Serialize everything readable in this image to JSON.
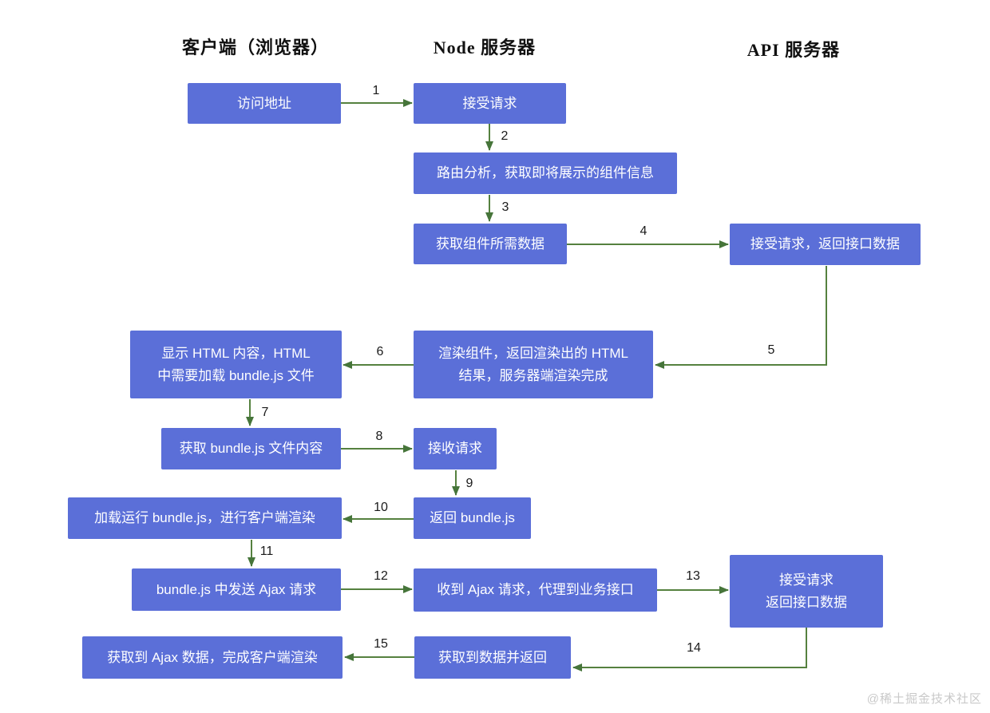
{
  "lanes": [
    {
      "id": "client",
      "title": "客户端（浏览器）"
    },
    {
      "id": "node",
      "title": "Node 服务器"
    },
    {
      "id": "api",
      "title": "API 服务器"
    }
  ],
  "nodes": [
    {
      "id": "visit-address",
      "lane": "client",
      "label": "访问地址"
    },
    {
      "id": "accept-request",
      "lane": "node",
      "label": "接受请求"
    },
    {
      "id": "route-analysis",
      "lane": "node",
      "label": "路由分析，获取即将展示的组件信息"
    },
    {
      "id": "fetch-component-data",
      "lane": "node",
      "label": "获取组件所需数据"
    },
    {
      "id": "api-accept-return",
      "lane": "api",
      "label": "接受请求，返回接口数据"
    },
    {
      "id": "display-html",
      "lane": "client",
      "label": "显示 HTML 内容，HTML\n中需要加载 bundle.js 文件"
    },
    {
      "id": "render-components",
      "lane": "node",
      "label": "渲染组件，返回渲染出的 HTML\n结果，服务器端渲染完成"
    },
    {
      "id": "get-bundle-content",
      "lane": "client",
      "label": "获取 bundle.js 文件内容"
    },
    {
      "id": "receive-request",
      "lane": "node",
      "label": "接收请求"
    },
    {
      "id": "return-bundle",
      "lane": "node",
      "label": "返回 bundle.js"
    },
    {
      "id": "run-bundle-render",
      "lane": "client",
      "label": "加载运行 bundle.js，进行客户端渲染"
    },
    {
      "id": "send-ajax",
      "lane": "client",
      "label": "bundle.js 中发送 Ajax 请求"
    },
    {
      "id": "proxy-ajax",
      "lane": "node",
      "label": "收到 Ajax 请求，代理到业务接口"
    },
    {
      "id": "api-accept-return-2",
      "lane": "api",
      "label": "接受请求\n返回接口数据"
    },
    {
      "id": "data-returned",
      "lane": "node",
      "label": "获取到数据并返回"
    },
    {
      "id": "ajax-render-complete",
      "lane": "client",
      "label": "获取到 Ajax 数据，完成客户端渲染"
    }
  ],
  "steps": [
    "1",
    "2",
    "3",
    "4",
    "5",
    "6",
    "7",
    "8",
    "9",
    "10",
    "11",
    "12",
    "13",
    "14",
    "15"
  ],
  "colors": {
    "node_fill": "#5b6fd8",
    "node_text": "#ffffff",
    "arrow": "#55813f",
    "step_text": "#1a1a1a",
    "watermark_text": "#c9c9c9"
  },
  "watermark": "@稀土掘金技术社区"
}
